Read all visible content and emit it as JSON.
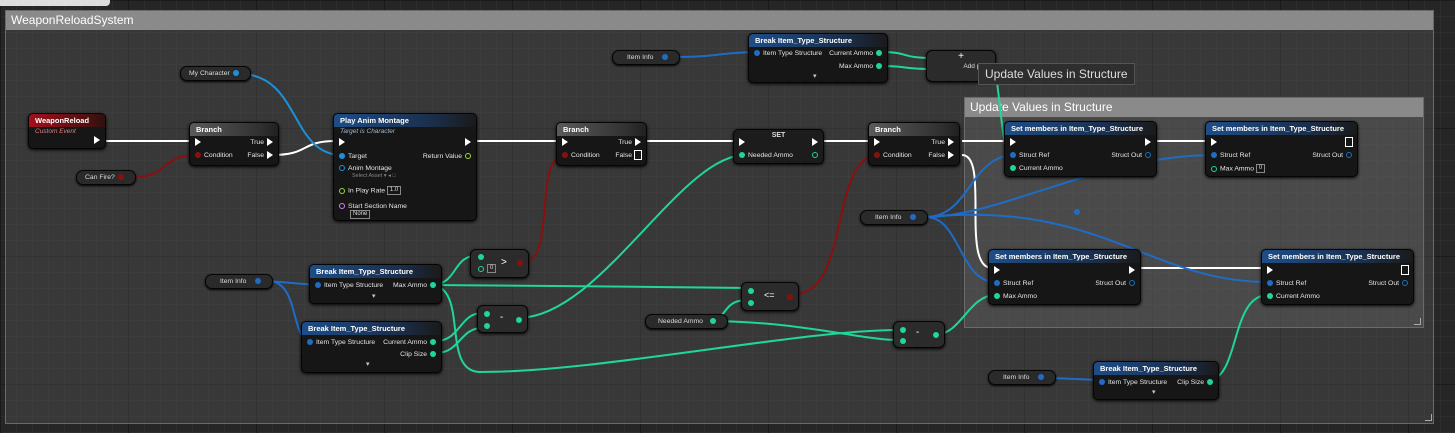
{
  "graph": {
    "comment_title": "WeaponReloadSystem",
    "inner_comment_title": "Update Values in Structure",
    "tooltip": "Update Values in Structure",
    "colors": {
      "exec": "#ffffff",
      "object": "#1f8fdb",
      "struct": "#1f6cc7",
      "int": "#1fd69c",
      "bool": "#8a1010",
      "event": "#a3101b"
    }
  },
  "nodes": {
    "event": {
      "title": "WeaponReload",
      "subtitle": "Custom Event"
    },
    "can_fire": {
      "label": "Can Fire?"
    },
    "my_character": {
      "label": "My Character"
    },
    "branch1": {
      "title": "Branch",
      "condition": "Condition",
      "true": "True",
      "false": "False"
    },
    "play_anim": {
      "title": "Play Anim Montage",
      "subtitle": "Target is Character",
      "target": "Target",
      "return_value": "Return Value",
      "anim_montage": "Anim Montage",
      "select_asset": "Select Asset",
      "in_play_rate": "In Play Rate",
      "play_rate_value": "1.0",
      "start_section": "Start Section Name",
      "start_section_value": "None"
    },
    "branch2": {
      "title": "Branch",
      "condition": "Condition",
      "true": "True",
      "false": "False"
    },
    "set_needed": {
      "title": "SET",
      "pin": "Needed Ammo"
    },
    "branch3": {
      "title": "Branch",
      "condition": "Condition",
      "true": "True",
      "false": "False"
    },
    "item_info_top": {
      "label": "Item Info"
    },
    "break_top": {
      "title": "Break Item_Type_Structure",
      "in": "Item Type Structure",
      "out1": "Current Ammo",
      "out2": "Max Ammo"
    },
    "add_node": {
      "label": "Add pin +",
      "symbol": "+"
    },
    "set_members_1": {
      "title": "Set members in Item_Type_Structure",
      "struct_ref": "Struct Ref",
      "struct_out": "Struct Out",
      "member": "Current Ammo"
    },
    "set_members_2": {
      "title": "Set members in Item_Type_Structure",
      "struct_ref": "Struct Ref",
      "struct_out": "Struct Out",
      "member": "Max Ammo",
      "member_value": "0"
    },
    "set_members_3": {
      "title": "Set members in Item_Type_Structure",
      "struct_ref": "Struct Ref",
      "struct_out": "Struct Out",
      "member": "Max Ammo"
    },
    "set_members_4": {
      "title": "Set members in Item_Type_Structure",
      "struct_ref": "Struct Ref",
      "struct_out": "Struct Out",
      "member": "Current Ammo"
    },
    "item_info_mid": {
      "label": "Item Info"
    },
    "item_info_left": {
      "label": "Item Info"
    },
    "break_a": {
      "title": "Break Item_Type_Structure",
      "in": "Item Type Structure",
      "out1": "Max Ammo"
    },
    "break_b": {
      "title": "Break Item_Type_Structure",
      "in": "Item Type Structure",
      "out1": "Current Ammo",
      "out2": "Clip Size"
    },
    "greater": {
      "symbol": ">",
      "value": "0"
    },
    "minus1": {
      "symbol": "-"
    },
    "lte": {
      "symbol": "<="
    },
    "needed_ammo": {
      "label": "Needed Ammo"
    },
    "minus2": {
      "symbol": "-"
    },
    "item_info_bottom": {
      "label": "Item Info"
    },
    "break_bottom": {
      "title": "Break Item_Type_Structure",
      "in": "Item Type Structure",
      "out1": "Clip Size"
    }
  }
}
